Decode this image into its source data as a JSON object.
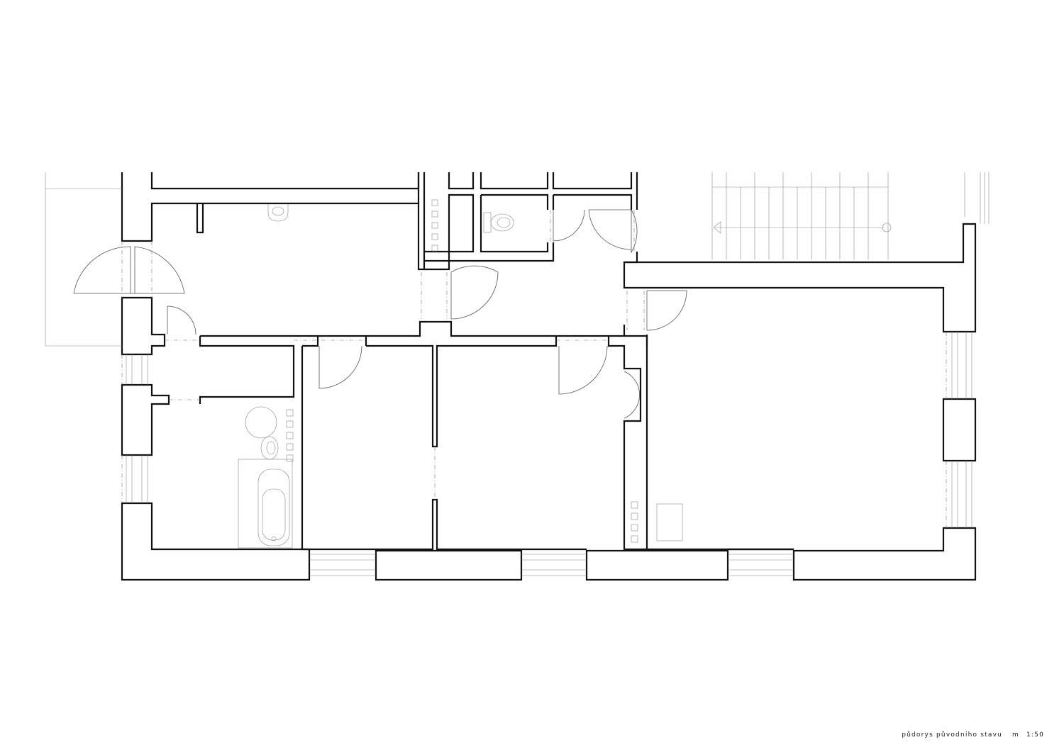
{
  "caption": {
    "title": "půdorys původního stavu",
    "scale_unit": "m",
    "scale": "1:50"
  },
  "drawing": {
    "type": "floor-plan",
    "line_color": "#111111",
    "fixture_color": "#555555"
  }
}
